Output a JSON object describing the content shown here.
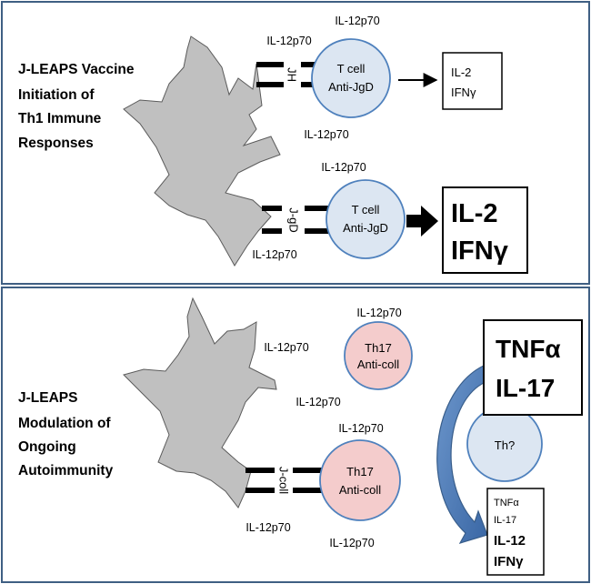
{
  "colors": {
    "panel_border": "#3f5f83",
    "dendritic_fill": "#c0c0c0",
    "dendritic_stroke": "#5a5a5a",
    "tcell_fill": "#dce6f2",
    "tcell_stroke": "#4f81bd",
    "th17_fill": "#f4cccc",
    "th17_stroke": "#4f81bd",
    "curved_arrow": "#4f81bd",
    "curved_arrow_dark": "#385d8a"
  },
  "top_panel": {
    "title_lines": [
      "J-LEAPS Vaccine",
      "Initiation of",
      "Th1 Immune",
      "Responses"
    ],
    "cytokine_label": "IL-12p70",
    "upper_link_label": "JH",
    "lower_link_label": "J-gD",
    "upper_cell": {
      "line1": "T cell",
      "line2": "Anti-JgD"
    },
    "lower_cell": {
      "line1": "T cell",
      "line2": "Anti-JgD"
    },
    "small_output": [
      "IL-2",
      "IFNγ"
    ],
    "large_output": [
      "IL-2",
      "IFNγ"
    ]
  },
  "bottom_panel": {
    "title_lines": [
      "J-LEAPS",
      "Modulation of",
      "Ongoing",
      "Autoimmunity"
    ],
    "cytokine_label": "IL-12p70",
    "link_label": "J-coll",
    "upper_cell": {
      "line1": "Th17",
      "line2": "Anti-coll"
    },
    "lower_cell": {
      "line1": "Th17",
      "line2": "Anti-coll"
    },
    "th_cell": "Th?",
    "large_output": [
      "TNFα",
      "IL-17"
    ],
    "small_output": [
      "TNFα",
      "IL-17",
      "IL-12",
      "IFNγ"
    ]
  }
}
